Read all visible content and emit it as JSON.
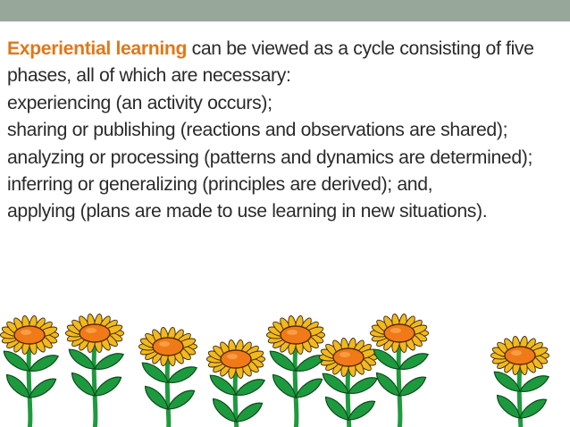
{
  "slide": {
    "heading_highlight": "Experiential learning",
    "intro_rest": " can be viewed as a cycle consisting of five phases, all of which are necessary:",
    "lines": [
      "experiencing (an activity occurs);",
      "sharing or publishing (reactions and observations are shared);",
      "analyzing or processing (patterns and dynamics are determined);",
      "inferring or generalizing (principles are derived); and,",
      "applying (plans are made to use learning in new situations)."
    ]
  },
  "colors": {
    "top_bar": "#97a89a",
    "text": "#2a2a2a",
    "highlight": "#e07818",
    "petal": "#f2b81f",
    "center": "#f07a18",
    "stem": "#1e9a3e"
  },
  "decoration": {
    "icon": "sunflower-row-clipart",
    "count": 8
  }
}
